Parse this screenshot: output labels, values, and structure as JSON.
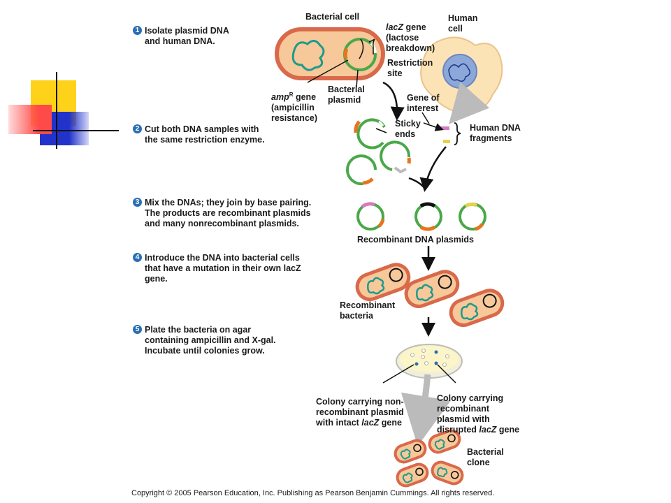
{
  "steps": [
    {
      "num": "1",
      "text": "Isolate plasmid DNA\nand human DNA."
    },
    {
      "num": "2",
      "text": "Cut both DNA samples with\nthe same restriction enzyme."
    },
    {
      "num": "3",
      "text": "Mix the DNAs; they join by base pairing.\nThe products are recombinant plasmids\nand many nonrecombinant plasmids."
    },
    {
      "num": "4",
      "text": "Introduce the DNA into bacterial cells\nthat have a mutation in their own lacZ\ngene."
    },
    {
      "num": "5",
      "text": "Plate the bacteria on agar\ncontaining ampicillin and X-gal.\nIncubate until colonies grow."
    }
  ],
  "labels": {
    "bacterial_cell": "Bacterial cell",
    "lacz_gene_1": "lacZ",
    "lacz_gene_2": " gene",
    "lacz_gene_3": "(lactose\nbreakdown)",
    "human_cell": "Human\ncell",
    "restriction_site": "Restriction\nsite",
    "ampr_1": "amp",
    "ampr_sup": "R",
    "ampr_2": " gene\n(ampicillin\nresistance)",
    "bacterial_plasmid": "Bacterial\nplasmid",
    "gene_of_interest": "Gene of\ninterest",
    "sticky_ends": "Sticky\nends",
    "human_dna_fragments": "Human DNA\nfragments",
    "recombinant_dna_plasmids": "Recombinant DNA plasmids",
    "recombinant_bacteria": "Recombinant\nbacteria",
    "colony_nonrecombinant_1": "Colony carrying non-\nrecombinant plasmid\nwith intact ",
    "colony_nonrecombinant_2": "lacZ",
    "colony_nonrecombinant_3": " gene",
    "colony_recombinant_1": "Colony carrying\nrecombinant\nplasmid with\ndisrupted ",
    "colony_recombinant_2": "lacZ",
    "colony_recombinant_3": " gene",
    "bacterial_clone": "Bacterial\nclone"
  },
  "copyright": "Copyright ©  2005 Pearson Education, Inc. Publishing as Pearson Benjamin Cummings. All rights reserved.",
  "colors": {
    "step_badge": "#2a6fb5",
    "cell_outline": "#d9694a",
    "cell_fill": "#f7c89a",
    "plasmid_green": "#4aa84a",
    "amp_orange": "#e8741e",
    "lacz_white": "#ffffff",
    "human_dna_pink": "#d77ac2",
    "human_dna_yellow": "#e6d24a",
    "nucleus_blue": "#8ba8d8",
    "deco_yellow": "#ffd21a",
    "deco_red": "#ff4a4a",
    "deco_blue": "#2233cc"
  }
}
